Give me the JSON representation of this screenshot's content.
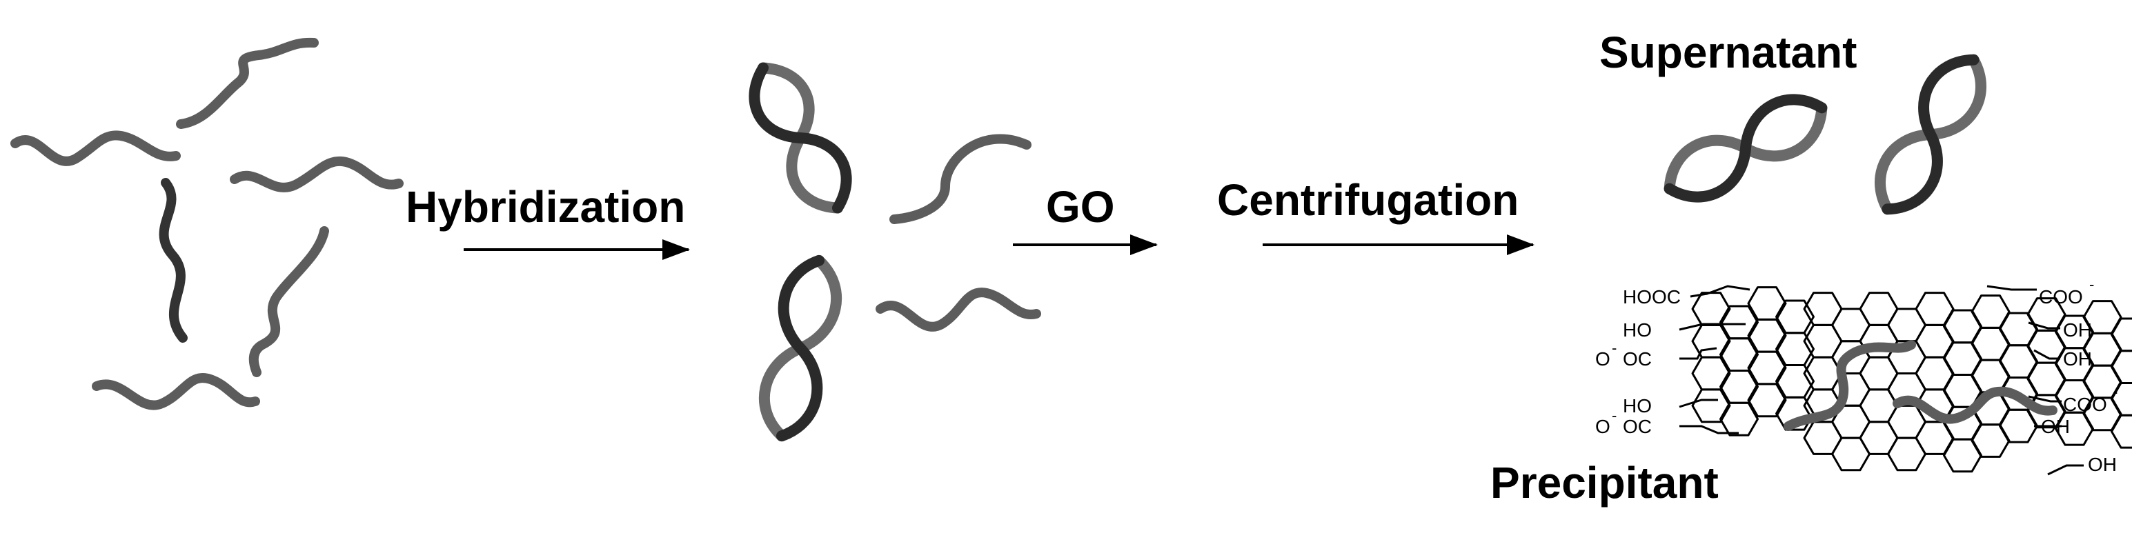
{
  "steps": {
    "hybridization": "Hybridization",
    "go": "GO",
    "centrifugation": "Centrifugation"
  },
  "fractions": {
    "supernatant": "Supernatant",
    "precipitant": "Precipitant"
  },
  "go_sheet": {
    "groups": {
      "hooc": "HOOC",
      "coo_top": "COO",
      "coo_mid": "COO",
      "ho_1": "HO",
      "ho_2": "HO",
      "oc_1": "OC",
      "oc_2": "OC",
      "o_1": "O",
      "o_2": "O",
      "oh_1": "OH",
      "oh_2": "OH",
      "oh_3": "OH",
      "oh_4": "OH"
    },
    "minus_sign": "-"
  },
  "colors": {
    "strand": "#5c5c5c",
    "strand_dark": "#333333",
    "helix_front": "#2a2a2a",
    "helix_back": "#6a6a6a",
    "ink": "#000000"
  }
}
